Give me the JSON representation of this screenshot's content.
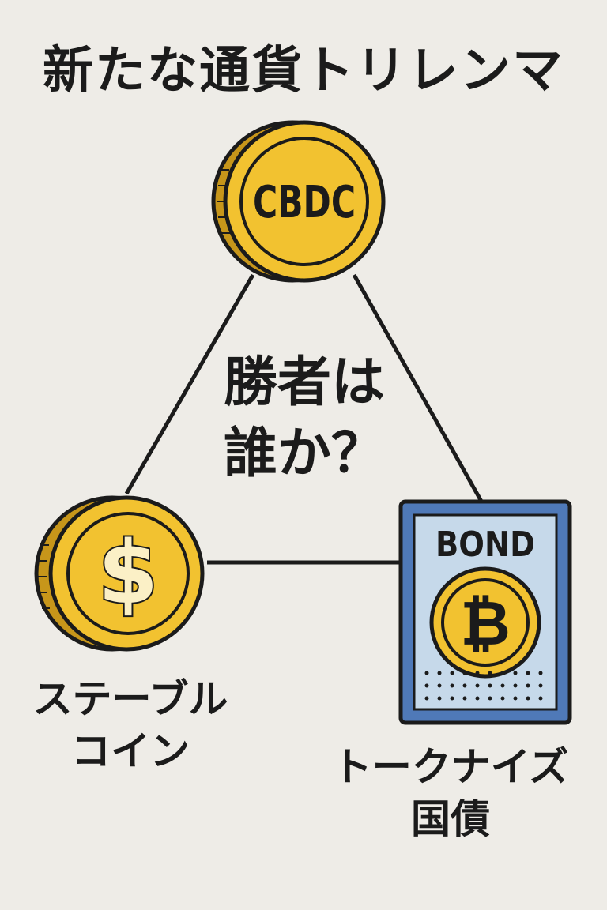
{
  "title": "新たな通貨トリレンマ",
  "center_question": [
    "勝者は",
    "誰か？"
  ],
  "nodes": {
    "cbdc": {
      "coin_text": "CBDC"
    },
    "stablecoin": {
      "symbol": "$",
      "label": [
        "ステーブル",
        "コイン"
      ]
    },
    "tokenized_bond": {
      "card_text": "BOND",
      "symbol": "₿",
      "label": [
        "トークナイズ",
        "国債"
      ]
    }
  },
  "colors": {
    "background": "#eeece7",
    "coin_gold": "#f2c230",
    "coin_edge": "#c7961a",
    "bond_blue": "#4f79b8",
    "bond_light": "#c6d9ea",
    "ink": "#1b1b1b",
    "dollar_cream": "#fbf0c6"
  }
}
